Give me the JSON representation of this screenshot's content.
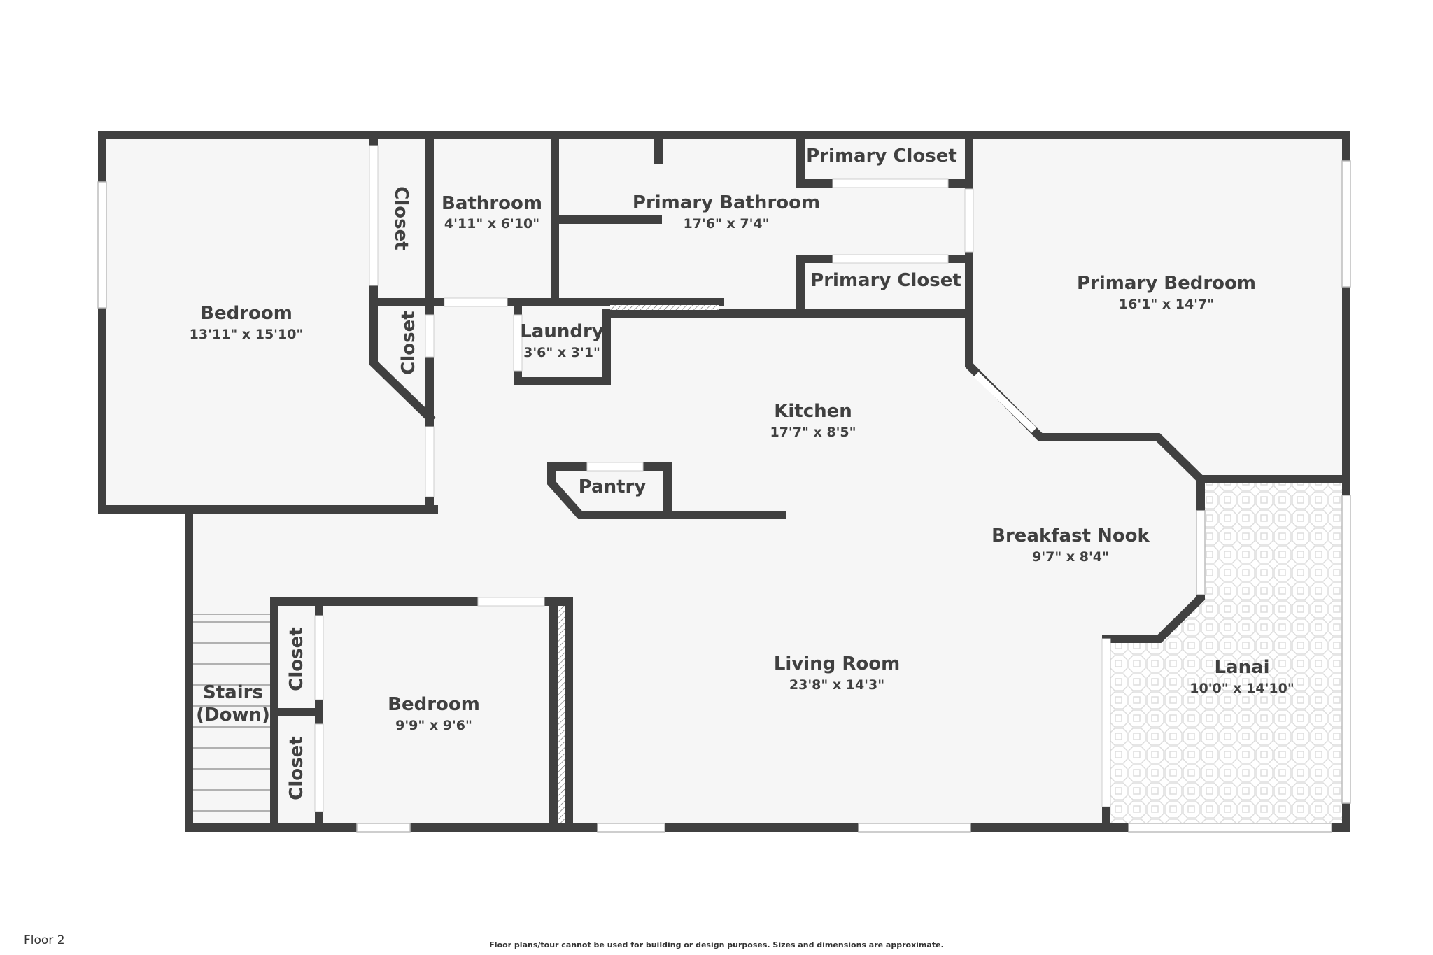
{
  "floor_label": "Floor 2",
  "disclaimer": "Floor plans/tour cannot be used for building or design purposes. Sizes and dimensions are approximate.",
  "colors": {
    "wall": "#404040",
    "floor": "#f6f6f6",
    "background": "#ffffff",
    "text": "#404040",
    "tile_line": "#dddddd"
  },
  "rooms": {
    "bedroom_left": {
      "name": "Bedroom",
      "dims": "13'11\" x 15'10\""
    },
    "closet_left_top": {
      "name": "Closet"
    },
    "closet_left_mid": {
      "name": "Closet"
    },
    "bathroom": {
      "name": "Bathroom",
      "dims": "4'11\" x 6'10\""
    },
    "primary_bathroom": {
      "name": "Primary Bathroom",
      "dims": "17'6\" x 7'4\""
    },
    "primary_closet_top": {
      "name": "Primary Closet"
    },
    "primary_closet_bottom": {
      "name": "Primary Closet"
    },
    "primary_bedroom": {
      "name": "Primary Bedroom",
      "dims": "16'1\" x 14'7\""
    },
    "laundry": {
      "name": "Laundry",
      "dims": "3'6\" x 3'1\""
    },
    "kitchen": {
      "name": "Kitchen",
      "dims": "17'7\" x 8'5\""
    },
    "pantry": {
      "name": "Pantry"
    },
    "breakfast_nook": {
      "name": "Breakfast Nook",
      "dims": "9'7\" x 8'4\""
    },
    "living_room": {
      "name": "Living Room",
      "dims": "23'8\" x 14'3\""
    },
    "lanai": {
      "name": "Lanai",
      "dims": "10'0\" x 14'10\""
    },
    "stairs": {
      "name_line1": "Stairs",
      "name_line2": "(Down)"
    },
    "bedroom_lower": {
      "name": "Bedroom",
      "dims": "9'9\" x 9'6\""
    },
    "closet_lower_top": {
      "name": "Closet"
    },
    "closet_lower_bottom": {
      "name": "Closet"
    }
  }
}
